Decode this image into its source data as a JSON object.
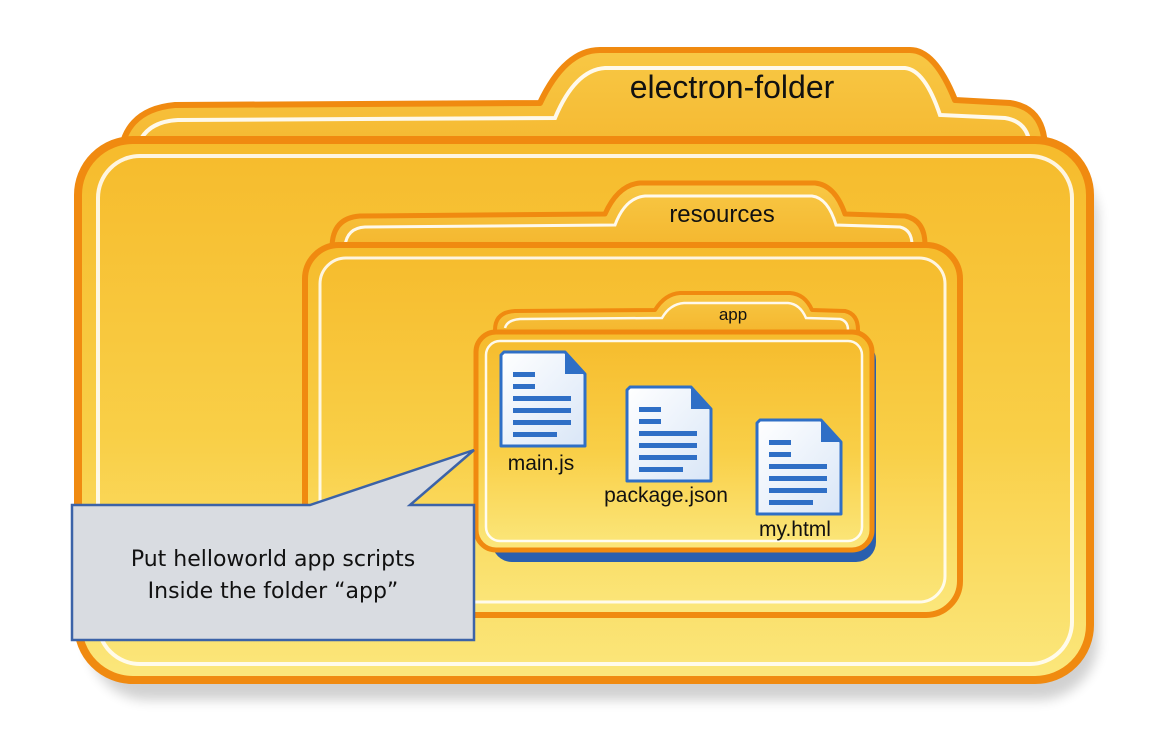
{
  "folders": {
    "outer": {
      "label": "electron-folder"
    },
    "middle": {
      "label": "resources"
    },
    "inner": {
      "label": "app"
    }
  },
  "files": [
    {
      "name": "main.js",
      "icon": "document-icon"
    },
    {
      "name": "package.json",
      "icon": "document-icon"
    },
    {
      "name": "my.html",
      "icon": "document-icon"
    }
  ],
  "callout": {
    "line1": "Put helloworld app scripts",
    "line2": "Inside the folder “app”"
  },
  "colors": {
    "folder_orange": "#f08a10",
    "folder_fill": "#f7c237",
    "folder_fill_light": "#fbe77a",
    "doc_blue": "#2f6fc6",
    "callout_fill": "#d9dce1",
    "callout_border": "#3c63a8"
  }
}
